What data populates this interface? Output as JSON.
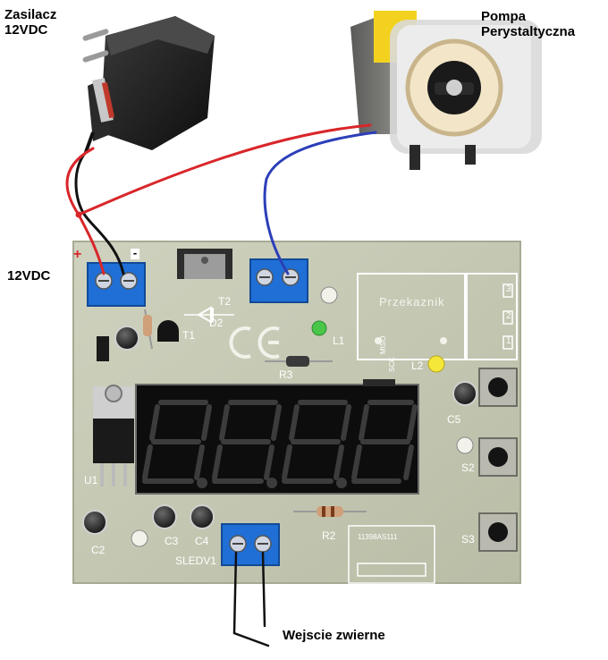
{
  "labels": {
    "psu_line1": "Zasilacz",
    "psu_line2": "12VDC",
    "pump_line1": "Pompa",
    "pump_line2": "Perystaltyczna",
    "voltage": "12VDC",
    "plus": "+",
    "minus": "-",
    "input": "Wejscie zwierne"
  },
  "board": {
    "relay": "Przekaznik",
    "relay_pins": [
      "3",
      "2",
      "1"
    ],
    "t2": "T2",
    "d2": "D2",
    "t1": "T1",
    "l1": "L1",
    "l2": "L2",
    "r3": "R3",
    "r2": "R2",
    "c5": "C5",
    "c2": "C2",
    "c3": "C3",
    "c4": "C4",
    "u1": "U1",
    "s2": "S2",
    "s3": "S3",
    "sledv": "SLEDV1",
    "miso": "MISO",
    "sck": "SCK",
    "ic": "11398AS111",
    "ce": "CE"
  },
  "colors": {
    "wire_red": "#d9262a",
    "wire_blue": "#2c3fb8",
    "wire_black": "#111111",
    "pcb": "#c9ccb6",
    "terminal": "#1f6fd6"
  }
}
